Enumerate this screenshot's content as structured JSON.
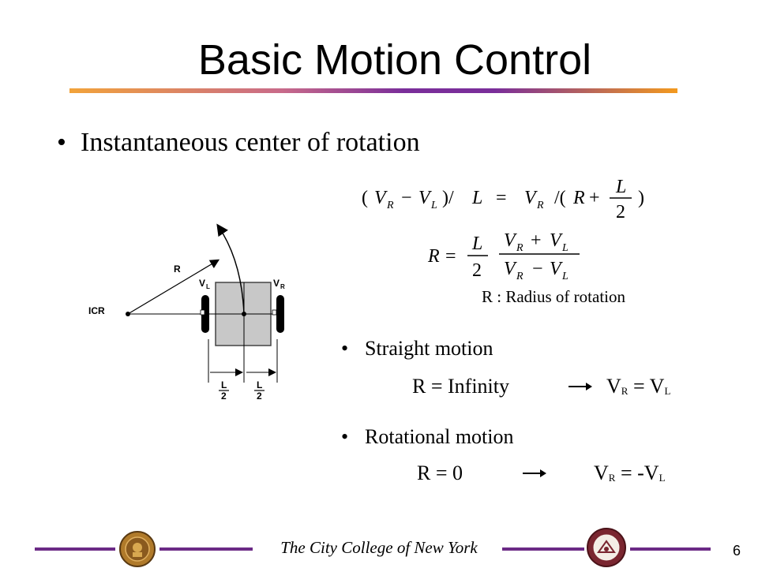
{
  "slide": {
    "title": "Basic Motion Control",
    "bullet": "Instantaneous center of rotation"
  },
  "formulas": {
    "eq1": {
      "open_paren": "(",
      "v": "V",
      "r_sub": "R",
      "minus": "−",
      "l_sub": "L",
      "close_paren_slash": ")/",
      "L": "L",
      "equals": "=",
      "slash_paren": "/(",
      "R": "R",
      "plus": "+",
      "frac_num": "L",
      "frac_den": "2",
      "close": ")"
    },
    "eq2": {
      "R": "R",
      "equals": "=",
      "frac1_num": "L",
      "frac1_den": "2",
      "plus": "+",
      "minus": "−",
      "v": "V",
      "r_sub": "R",
      "l_sub": "L"
    }
  },
  "caption": "R : Radius of rotation",
  "diagram": {
    "label_r": "R",
    "label_vl": "V",
    "label_vl_sub": "L",
    "label_vr": "V",
    "label_vr_sub": "R",
    "label_icr": "ICR",
    "dim_left_num": "L",
    "dim_left_den": "2",
    "dim_right_num": "L",
    "dim_right_den": "2"
  },
  "motions": [
    {
      "label": "Straight motion",
      "r_eq": "R =  Infinity",
      "v": "V",
      "r_sub": "R",
      "rel": " = V",
      "l_sub": "L"
    },
    {
      "label": "Rotational motion",
      "r_eq": "R =  0",
      "v": "V",
      "r_sub": "R",
      "rel": " = -V",
      "l_sub": "L"
    }
  ],
  "footer": {
    "institution": "The City College of New York",
    "page_number": "6"
  },
  "colors": {
    "footer_rule": "#6b2a86",
    "seal_gold": "#b07a2a",
    "seal_dark": "#5a3a12",
    "badge_maroon": "#7a2630"
  },
  "icons": [
    "left-seal-icon",
    "robotics-lab-badge-icon",
    "arrow-right-icon"
  ]
}
